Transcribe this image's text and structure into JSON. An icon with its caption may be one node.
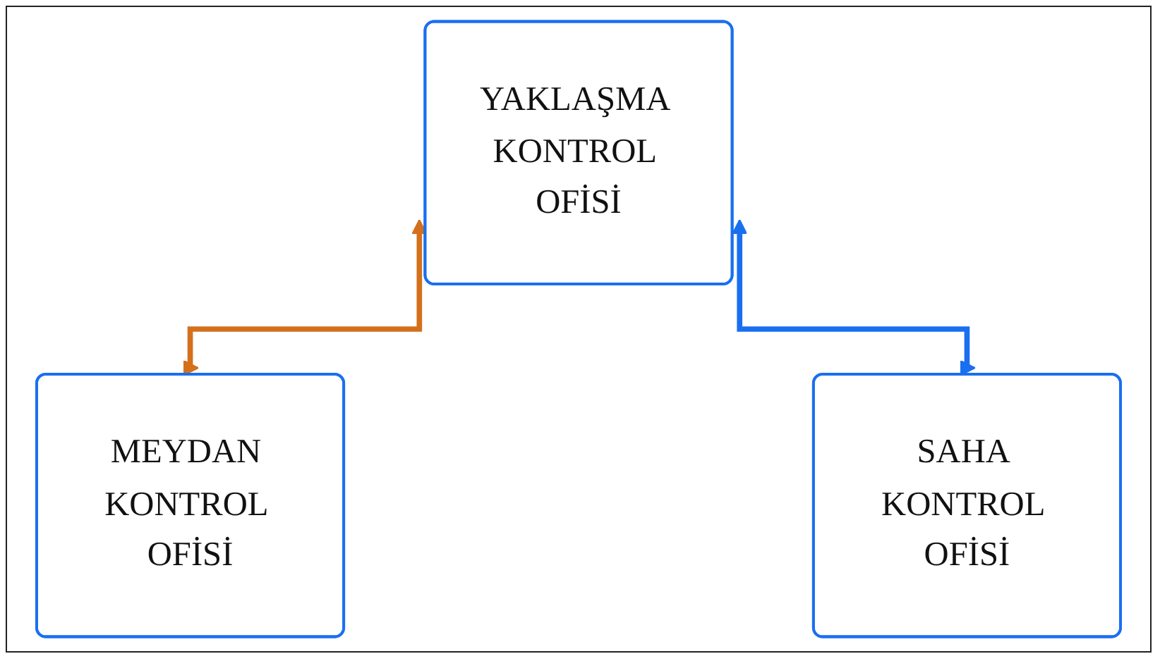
{
  "diagram": {
    "nodes": [
      {
        "text": [
          "YAKLAŞMA KONTROL OFİSİ"
        ]
      },
      {
        "text": [
          "MEYDAN KONTROL OFİSİ"
        ]
      },
      {
        "text": [
          "SAHA KONTROL OFİSİ"
        ]
      }
    ],
    "edges": [
      {
        "from": 0,
        "to": 1,
        "arrow": "both",
        "color": "#d4701c"
      },
      {
        "from": 0,
        "to": 2,
        "arrow": "both",
        "color": "#1a6ff0"
      }
    ]
  }
}
